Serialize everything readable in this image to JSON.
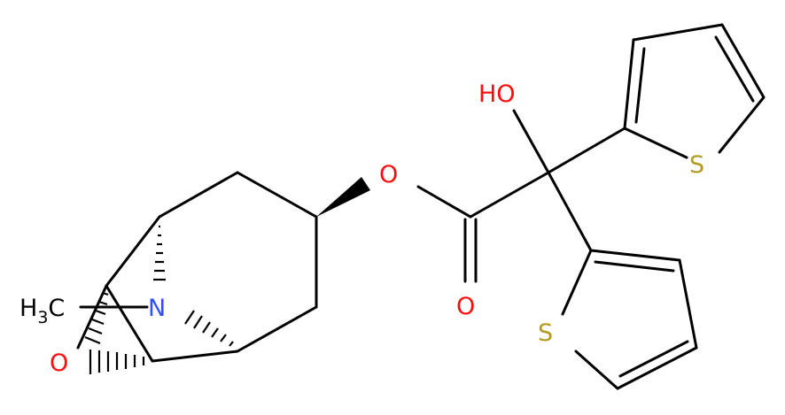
{
  "molecule": {
    "atom_labels": {
      "methyl": "H3C",
      "methyl_base": "H",
      "methyl_sub": "3",
      "methyl_c": "C",
      "nitrogen": "N",
      "epoxide_oxygen": "O",
      "ester_oxygen": "O",
      "carbonyl_oxygen": "O",
      "hydroxyl": "HO",
      "sulfur_top": "S",
      "sulfur_bottom": "S"
    },
    "colors": {
      "bond": "#000000",
      "carbon_label": "#000000",
      "nitrogen": "#3050F8",
      "oxygen": "#FF0D0D",
      "sulfur": "#B39B22"
    }
  }
}
